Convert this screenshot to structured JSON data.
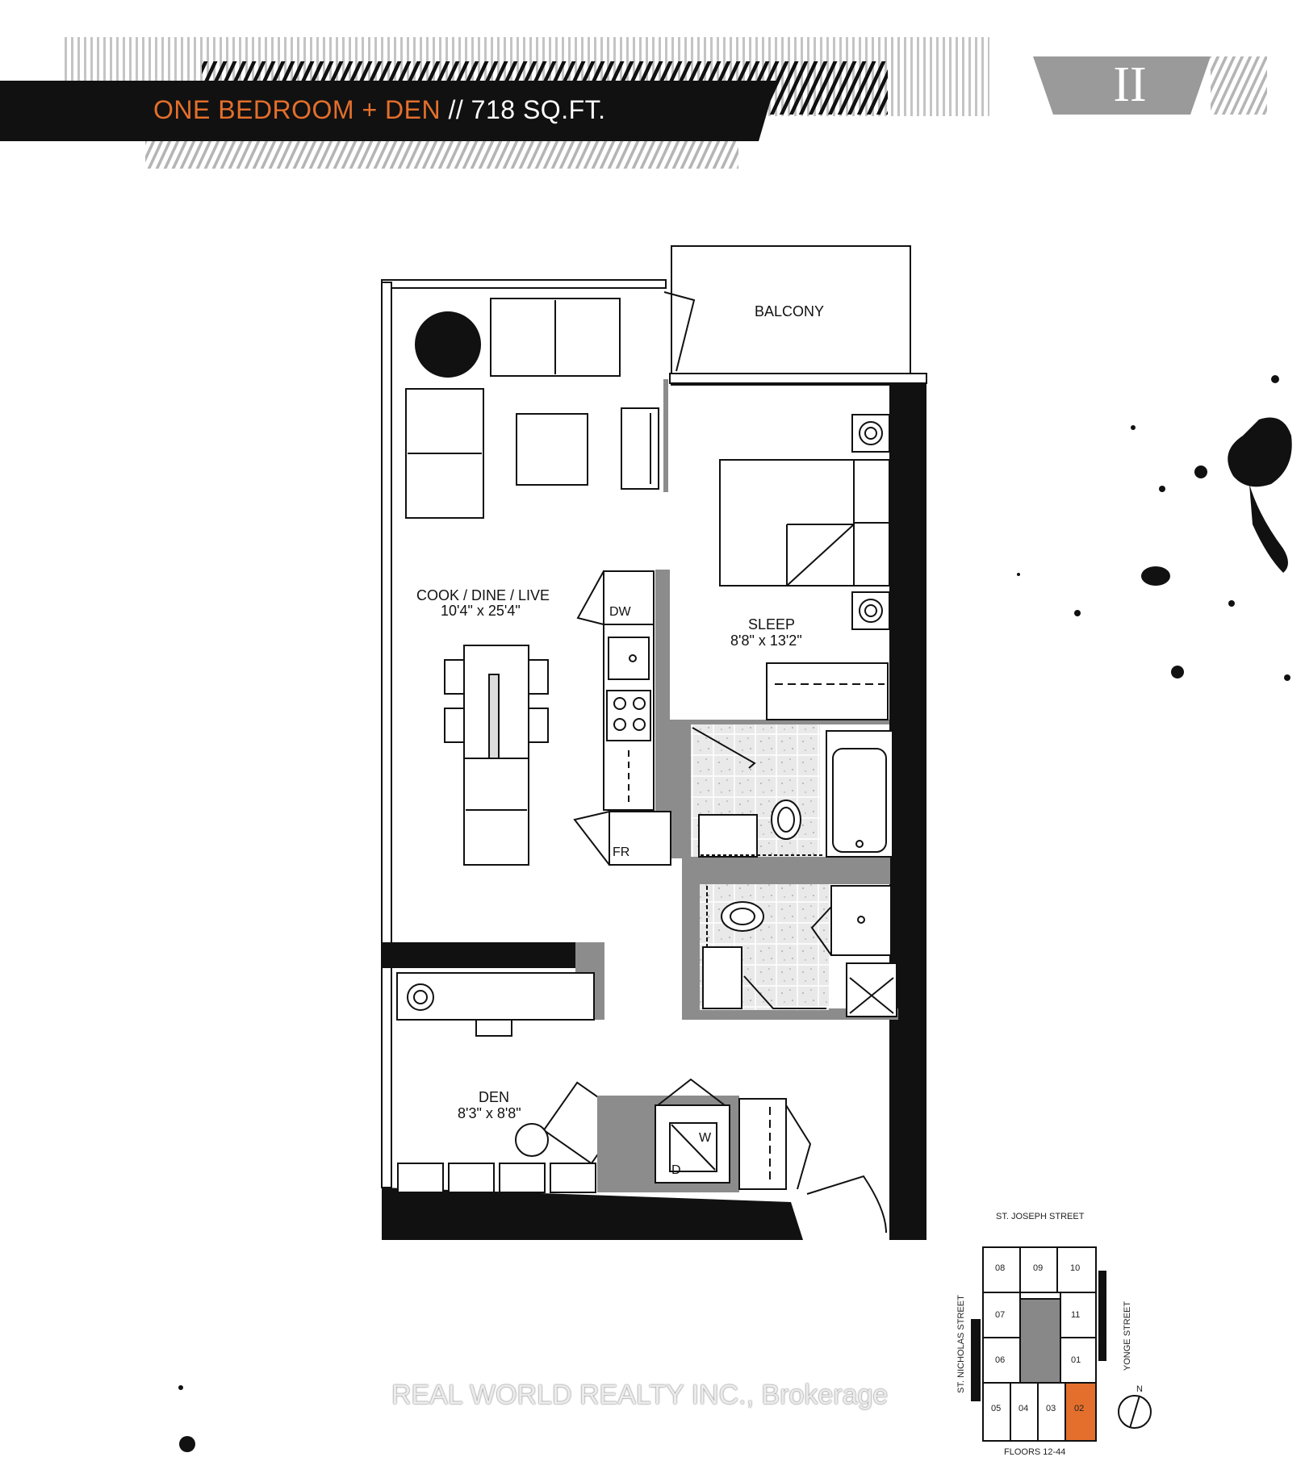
{
  "header": {
    "unit_type": "ONE BEDROOM + DEN",
    "separator": "//",
    "area": "718 SQ.FT.",
    "phase": "II"
  },
  "rooms": {
    "balcony": "BALCONY",
    "living": {
      "name": "COOK / DINE / LIVE",
      "size": "10'4\" x 25'4\""
    },
    "sleep": {
      "name": "SLEEP",
      "size": "8'8\" x 13'2\""
    },
    "den": {
      "name": "DEN",
      "size": "8'3\" x 8'8\""
    }
  },
  "appliances": {
    "dishwasher": "DW",
    "fridge": "FR",
    "washer": "W",
    "dryer": "D"
  },
  "key_plan": {
    "north_street": "ST. JOSEPH STREET",
    "west_street": "ST. NICHOLAS STREET",
    "east_street": "YONGE STREET",
    "bottom_label": "FLOORS 12-44",
    "north": "N",
    "highlighted_suite": "02",
    "suites": [
      "08",
      "09",
      "10",
      "07",
      "11",
      "06",
      "01",
      "05",
      "04",
      "03",
      "02"
    ]
  },
  "watermark": "REAL WORLD REALTY INC., Brokerage",
  "colors": {
    "accent": "#e46f2c",
    "banner": "#111111",
    "badge": "#9a9a9a",
    "wall": "#111111",
    "partition": "#8c8c8c"
  }
}
